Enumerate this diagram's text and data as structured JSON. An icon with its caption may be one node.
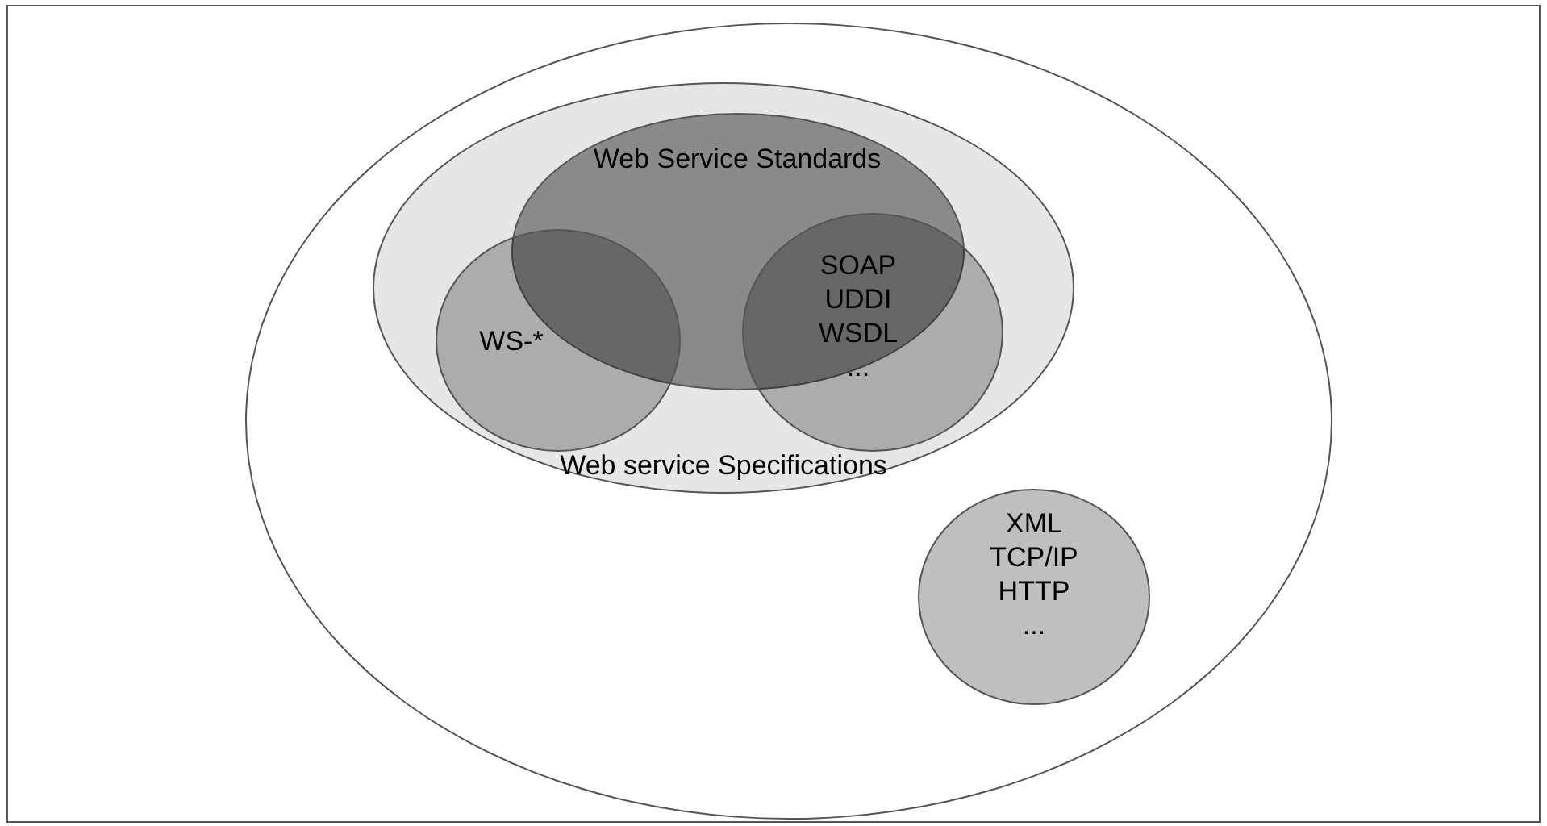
{
  "diagram": {
    "nodes": [
      {
        "text": [],
        "shape": "ellipse"
      },
      {
        "text": [
          "Web service Specifications"
        ],
        "in": 0
      },
      {
        "text": [
          "Web Service Standards"
        ],
        "in": 1
      },
      {
        "text": [
          "WS-*"
        ],
        "in": 1
      },
      {
        "text": [
          "SOAP",
          "UDDI",
          "WSDL",
          "..."
        ],
        "in": 1
      },
      {
        "text": [
          "XML",
          "TCP/IP",
          "HTTP",
          "..."
        ],
        "in": 0
      }
    ]
  }
}
